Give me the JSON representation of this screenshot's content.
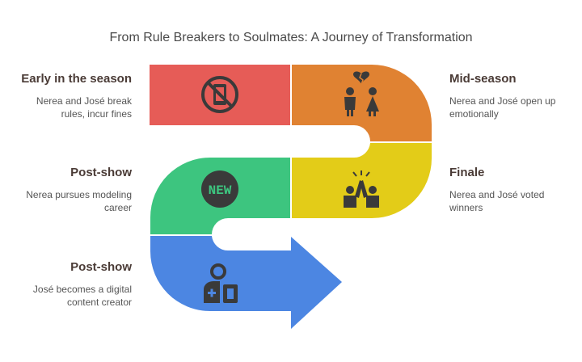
{
  "title": "From Rule Breakers to Soulmates: A Journey of Transformation",
  "colors": {
    "stage1": "#E65C57",
    "stage2": "#E08232",
    "stage3": "#E3CC18",
    "stage4": "#3DC57F",
    "stage5": "#4C86E2",
    "icon": "#3a3a3a"
  },
  "stages": [
    {
      "label": "Early in the season",
      "desc_lines": [
        "Nerea and José break",
        "rules, incur fines"
      ],
      "icon": "no-cellphone-icon"
    },
    {
      "label": "Mid-season",
      "desc_lines": [
        "Nerea and José open up",
        "emotionally"
      ],
      "icon": "broken-heart-couple-icon"
    },
    {
      "label": "Finale",
      "desc_lines": [
        "Nerea and José voted",
        "winners"
      ],
      "icon": "high-five-icon"
    },
    {
      "label": "Post-show",
      "desc_lines": [
        "Nerea pursues modeling",
        "career"
      ],
      "icon": "new-badge-icon",
      "badge": "NEW"
    },
    {
      "label": "Post-show",
      "desc_lines": [
        "José becomes a digital",
        "content creator"
      ],
      "icon": "content-creator-icon"
    }
  ]
}
